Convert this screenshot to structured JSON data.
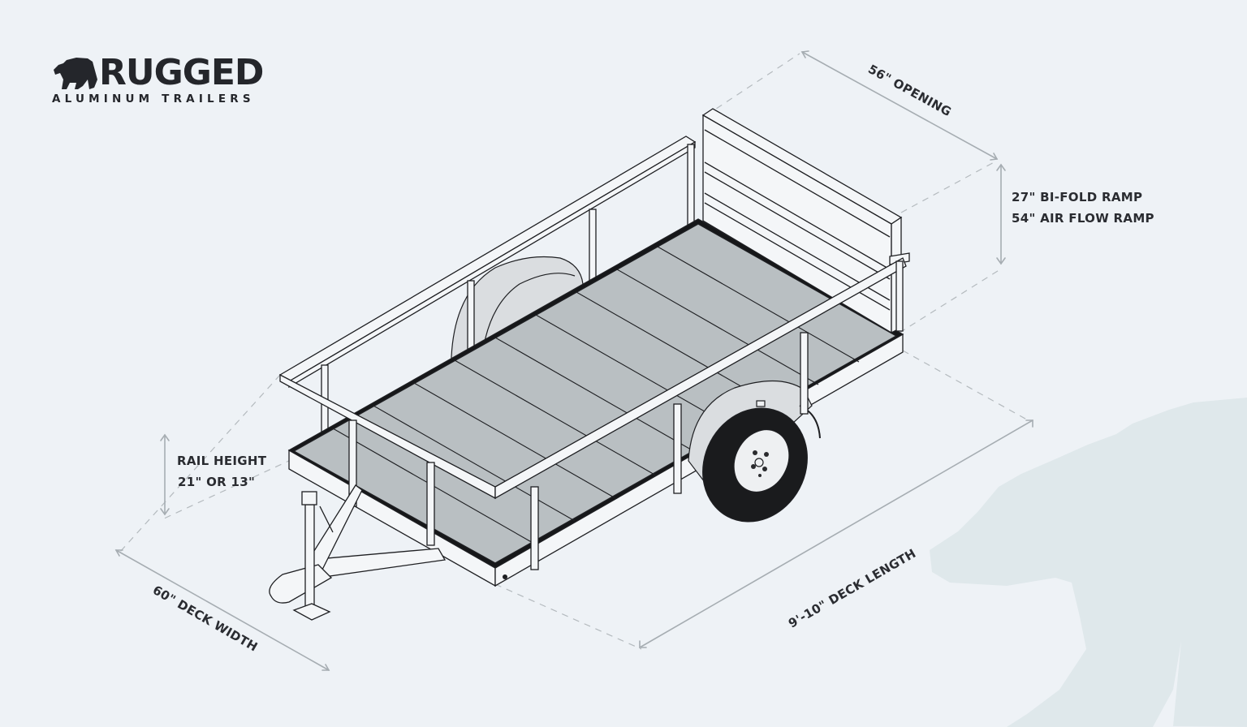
{
  "brand": {
    "name": "RUGGED",
    "tagline": "ALUMINUM TRAILERS",
    "logo_icon": "bear-silhouette-icon",
    "text_color": "#24262b"
  },
  "diagram": {
    "subject": "Utility trailer isometric line drawing",
    "background_color": "#eef2f6",
    "deck_color": "#b9bfc2",
    "line_color": "#1e1f22",
    "dimension_line_color": "#a6adb2",
    "watermark": "bear-watermark-icon"
  },
  "dimensions": {
    "opening": "56\" OPENING",
    "ramp_line1": "27\" BI-FOLD RAMP",
    "ramp_line2": "54\" AIR FLOW RAMP",
    "rail_line1": "RAIL HEIGHT",
    "rail_line2": "21\" OR  13\"",
    "deck_width": "60\" DECK WIDTH",
    "deck_length": "9'-10\" DECK LENGTH"
  }
}
